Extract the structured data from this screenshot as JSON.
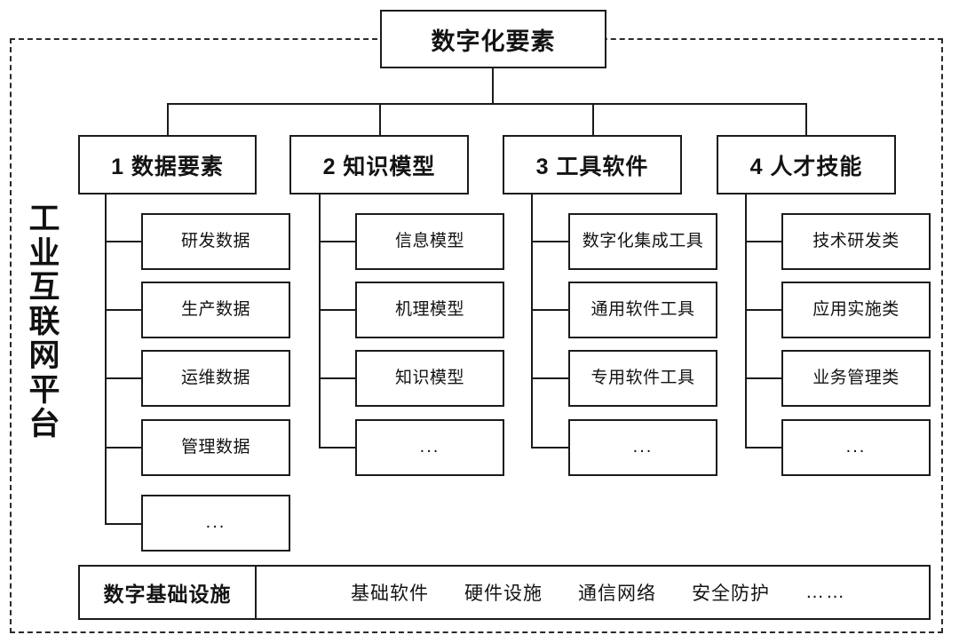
{
  "platform": {
    "side_label_chars": [
      "工",
      "业",
      "互",
      "联",
      "网",
      "平",
      "台"
    ],
    "side_label_text": "工业互联网平台"
  },
  "root": {
    "label": "数字化要素"
  },
  "categories": [
    {
      "id": "data-elements",
      "label": "1 数据要素",
      "children": [
        {
          "label": "研发数据"
        },
        {
          "label": "生产数据"
        },
        {
          "label": "运维数据"
        },
        {
          "label": "管理数据"
        },
        {
          "label": "..."
        }
      ]
    },
    {
      "id": "knowledge-models",
      "label": "2 知识模型",
      "children": [
        {
          "label": "信息模型"
        },
        {
          "label": "机理模型"
        },
        {
          "label": "知识模型"
        },
        {
          "label": "..."
        }
      ]
    },
    {
      "id": "tool-software",
      "label": "3 工具软件",
      "children": [
        {
          "label": "数字化集成工具"
        },
        {
          "label": "通用软件工具"
        },
        {
          "label": "专用软件工具"
        },
        {
          "label": "..."
        }
      ]
    },
    {
      "id": "talent-skills",
      "label": "4 人才技能",
      "children": [
        {
          "label": "技术研发类"
        },
        {
          "label": "应用实施类"
        },
        {
          "label": "业务管理类"
        },
        {
          "label": "..."
        }
      ]
    }
  ],
  "infrastructure": {
    "label": "数字基础设施",
    "items": [
      "基础软件",
      "硬件设施",
      "通信网络",
      "安全防护",
      "……"
    ]
  },
  "colors": {
    "stroke": "#1b1b1b",
    "dashed_frame": "#2b2b2b",
    "background": "#ffffff",
    "text": "#131313"
  }
}
